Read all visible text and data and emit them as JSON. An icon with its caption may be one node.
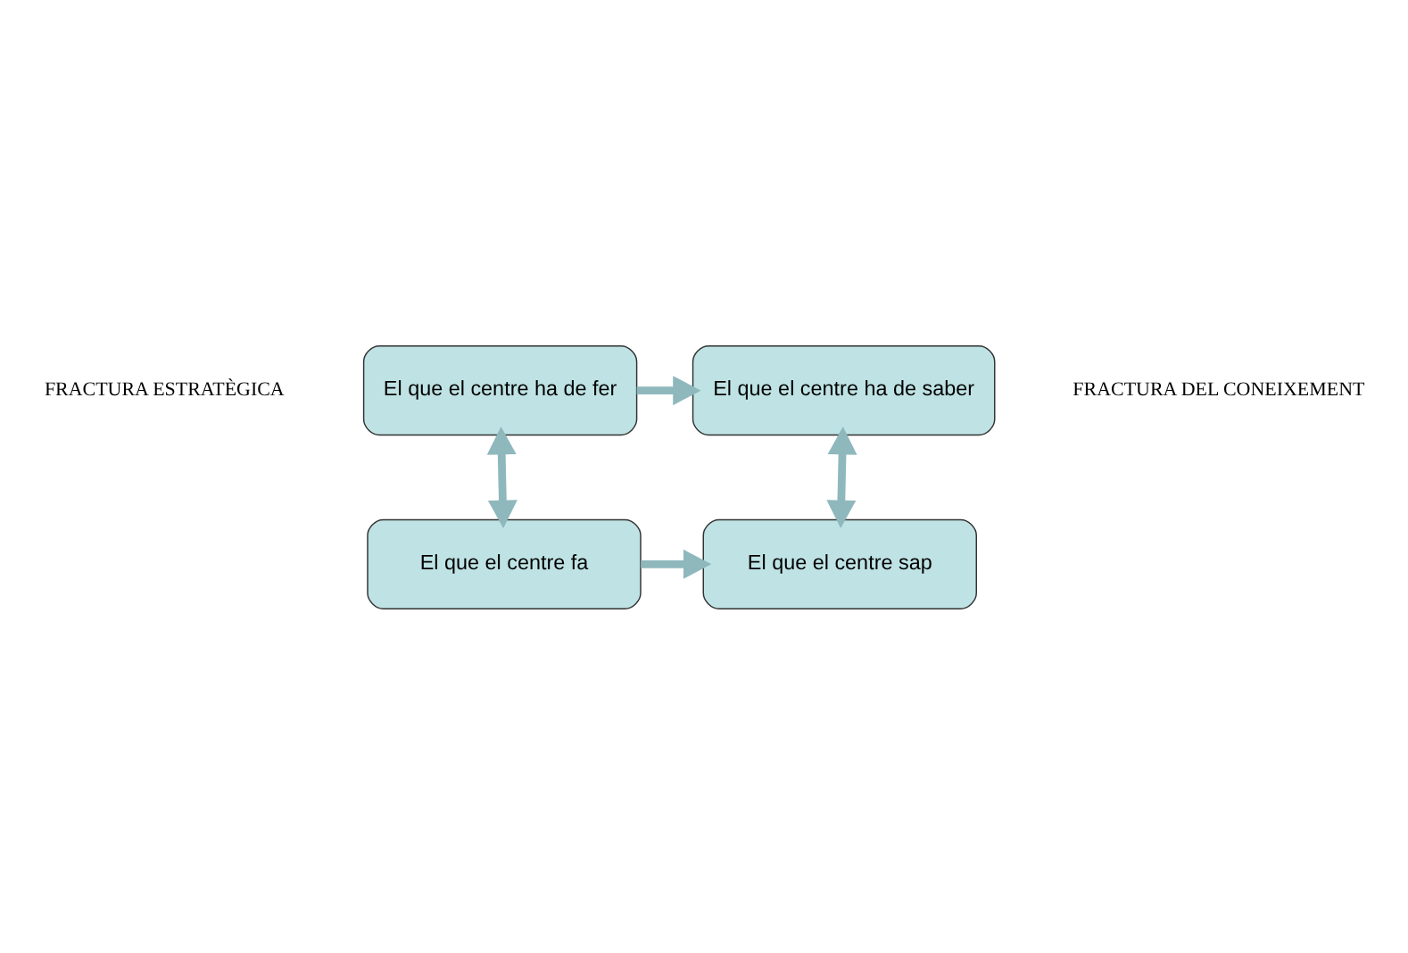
{
  "diagram": {
    "nodes": [
      {
        "text": [
          "El que el centre ha de fer"
        ]
      },
      {
        "text": [
          "El que el centre ha de saber"
        ]
      },
      {
        "text": [
          "El que el centre fa"
        ]
      },
      {
        "text": [
          "El que el centre sap"
        ]
      }
    ],
    "edges": [
      {
        "from": 0,
        "to": 1,
        "arrow": "to"
      },
      {
        "from": 0,
        "to": 2,
        "arrow": "both"
      },
      {
        "from": 1,
        "to": 3,
        "arrow": "both"
      },
      {
        "from": 2,
        "to": 3,
        "arrow": "to"
      }
    ],
    "labels": [
      "FRACTURA ESTRATÈGICA",
      "FRACTURA DEL CONEIXEMENT"
    ]
  }
}
